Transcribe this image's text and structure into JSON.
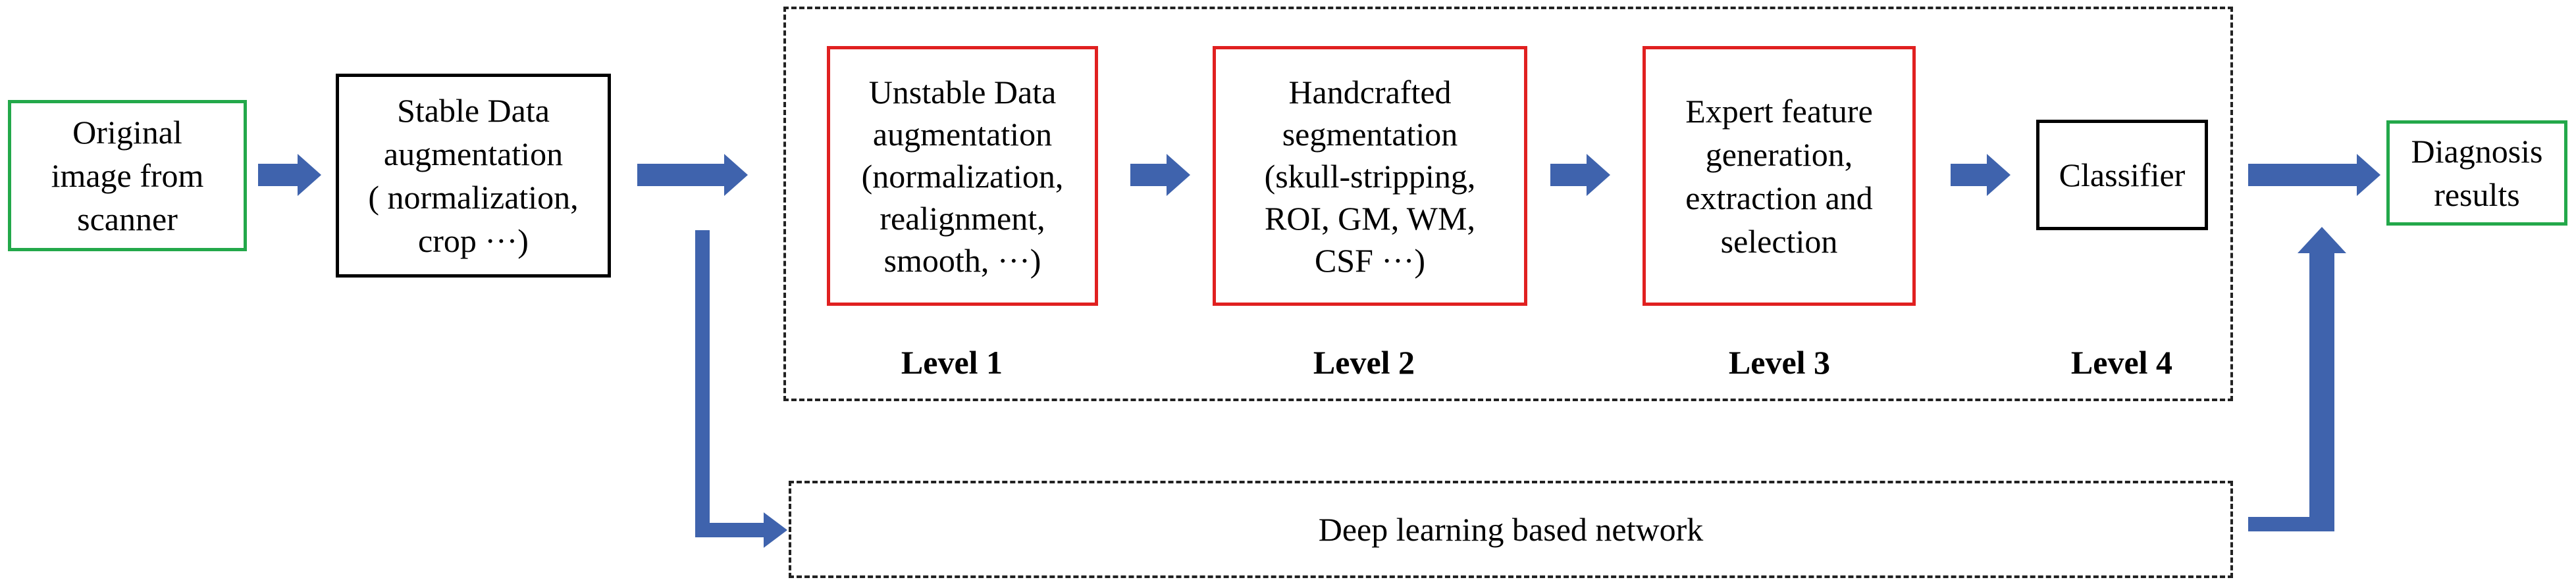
{
  "nodes": {
    "original": {
      "text": "Original\nimage from\nscanner",
      "border_color": "#23a84a"
    },
    "stable_aug": {
      "text": "Stable Data\naugmentation\n( normalization,\ncrop ···)",
      "border_color": "#000000"
    },
    "unstable_aug": {
      "text": "Unstable Data\naugmentation\n(normalization,\nrealignment,\nsmooth, ···)",
      "border_color": "#e02020"
    },
    "segmentation": {
      "text": "Handcrafted\nsegmentation\n(skull-stripping,\nROI, GM, WM,\nCSF ···)",
      "border_color": "#e02020"
    },
    "expert_feature": {
      "text": "Expert feature\ngeneration,\nextraction and\nselection",
      "border_color": "#e02020"
    },
    "classifier": {
      "text": "Classifier",
      "border_color": "#000000"
    },
    "diagnosis": {
      "text": "Diagnosis\nresults",
      "border_color": "#23a84a"
    },
    "deep_network": {
      "text": "Deep learning based network"
    }
  },
  "levels": [
    "Level 1",
    "Level 2",
    "Level 3",
    "Level 4"
  ],
  "colors": {
    "arrow": "#3f63ad"
  }
}
